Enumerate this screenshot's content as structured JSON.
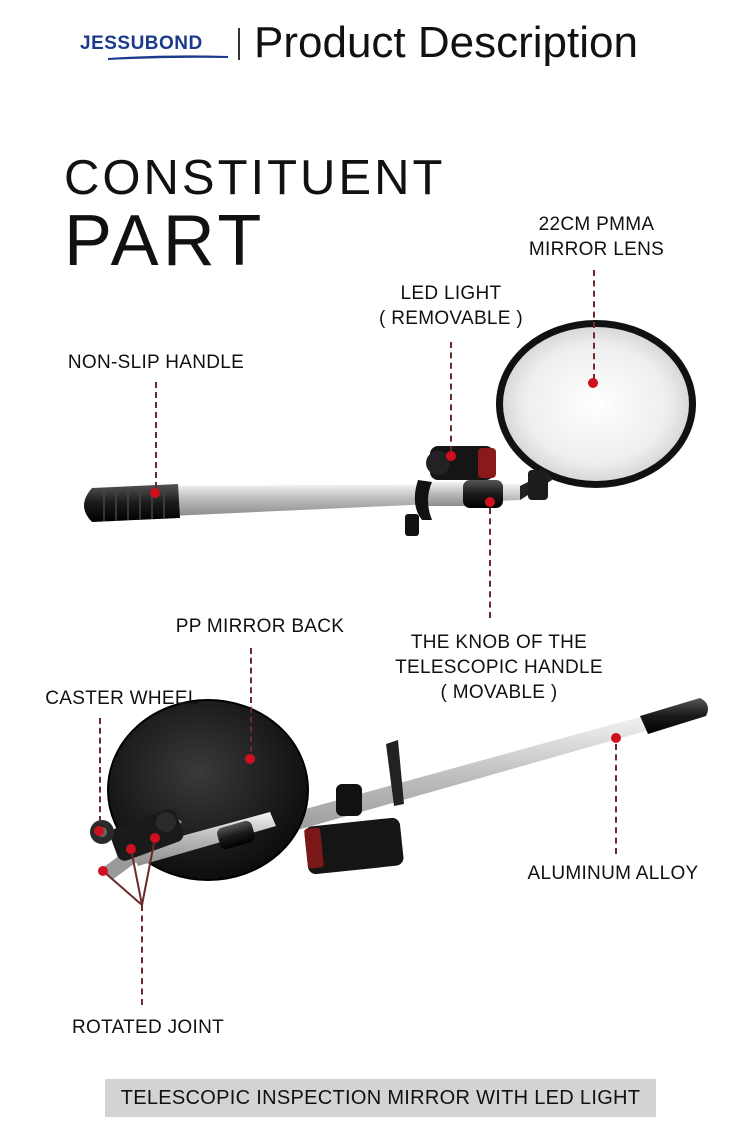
{
  "header": {
    "brand": "JESSUBOND",
    "title": "Product Description"
  },
  "section": {
    "title_line1": "CONSTITUENT",
    "title_line2": "PART"
  },
  "top_view_labels": {
    "mirror_lens": [
      "22CM PMMA",
      "MIRROR LENS"
    ],
    "led_light": [
      "LED LIGHT",
      "( REMOVABLE )"
    ],
    "handle": "NON-SLIP HANDLE",
    "knob": [
      "THE KNOB OF THE",
      "TELESCOPIC HANDLE",
      "( MOVABLE )"
    ]
  },
  "bottom_view_labels": {
    "mirror_back": "PP MIRROR BACK",
    "caster": "CASTER WHEEL",
    "alloy": "ALUMINUM ALLOY",
    "joint": "ROTATED JOINT"
  },
  "caption": "TELESCOPIC INSPECTION MIRROR WITH LED LIGHT",
  "colors": {
    "brand": "#1b3a8c",
    "marker": "#d0101e",
    "caption_bg": "#d3d3d3"
  }
}
